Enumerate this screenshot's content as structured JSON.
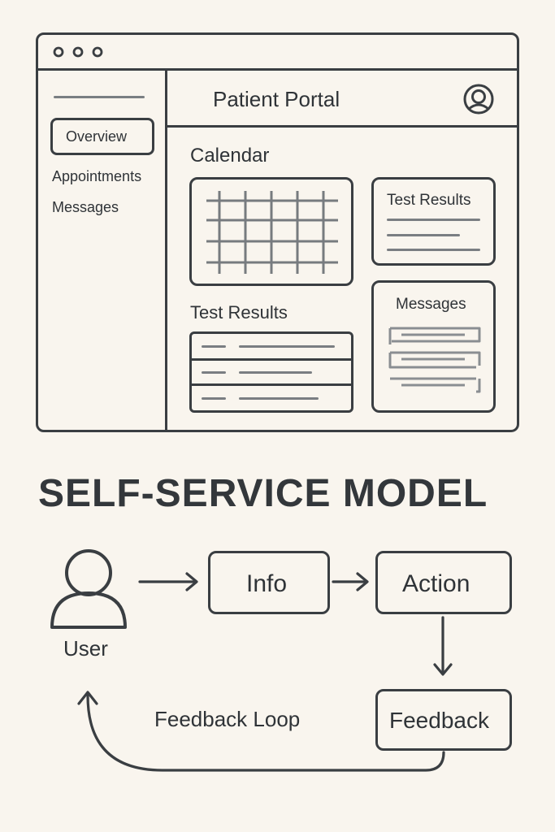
{
  "portal": {
    "title": "Patient Portal",
    "sidebar": {
      "items": [
        {
          "label": "Overview",
          "selected": true
        },
        {
          "label": "Appointments",
          "selected": false
        },
        {
          "label": "Messages",
          "selected": false
        }
      ]
    },
    "sections": {
      "calendar": "Calendar",
      "test_results_card": "Test Results",
      "test_results_list": "Test Results",
      "messages_card": "Messages"
    },
    "icons": {
      "window_controls": "three-dots-icon",
      "profile": "user-avatar-icon"
    }
  },
  "model": {
    "title": "SELF-SERVICE MODEL",
    "nodes": {
      "user": "User",
      "info": "Info",
      "action": "Action",
      "feedback": "Feedback"
    },
    "loop_label": "Feedback Loop"
  },
  "colors": {
    "background": "#f9f5ee",
    "stroke": "#3a3e42",
    "text": "#2f3337"
  }
}
